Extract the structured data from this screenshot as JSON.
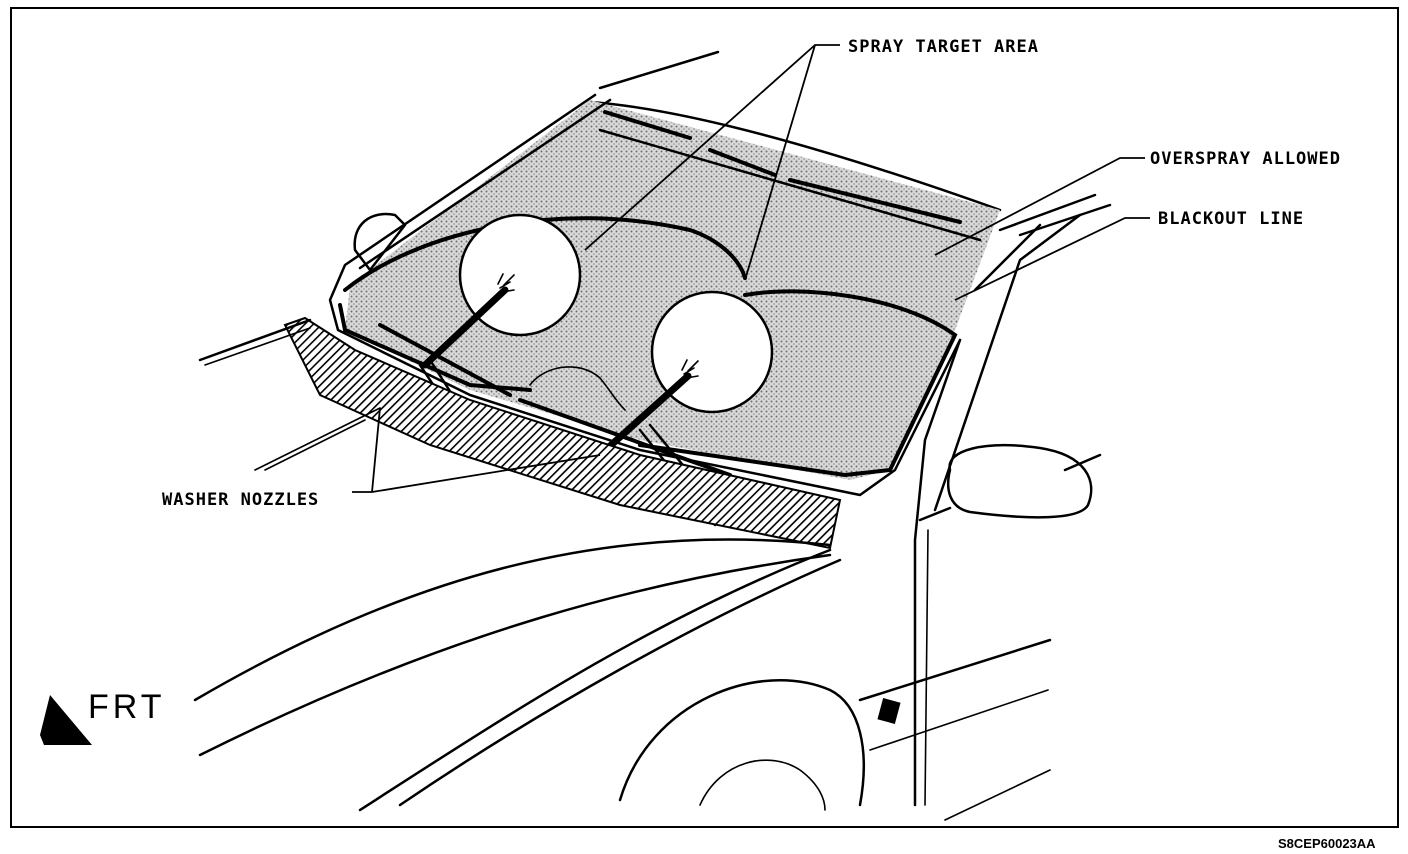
{
  "labels": {
    "spray_target_area": "SPRAY TARGET AREA",
    "overspray_allowed": "OVERSPRAY ALLOWED",
    "blackout_line": "BLACKOUT LINE",
    "washer_nozzles": "WASHER NOZZLES",
    "front_indicator": "FRT",
    "figure_code": "S8CEP60023AA"
  },
  "icons": {
    "front_arrow": "front-arrow-icon"
  },
  "colors": {
    "ink": "#000000",
    "paper": "#ffffff",
    "overspray_dots": "#7a7a7a"
  }
}
